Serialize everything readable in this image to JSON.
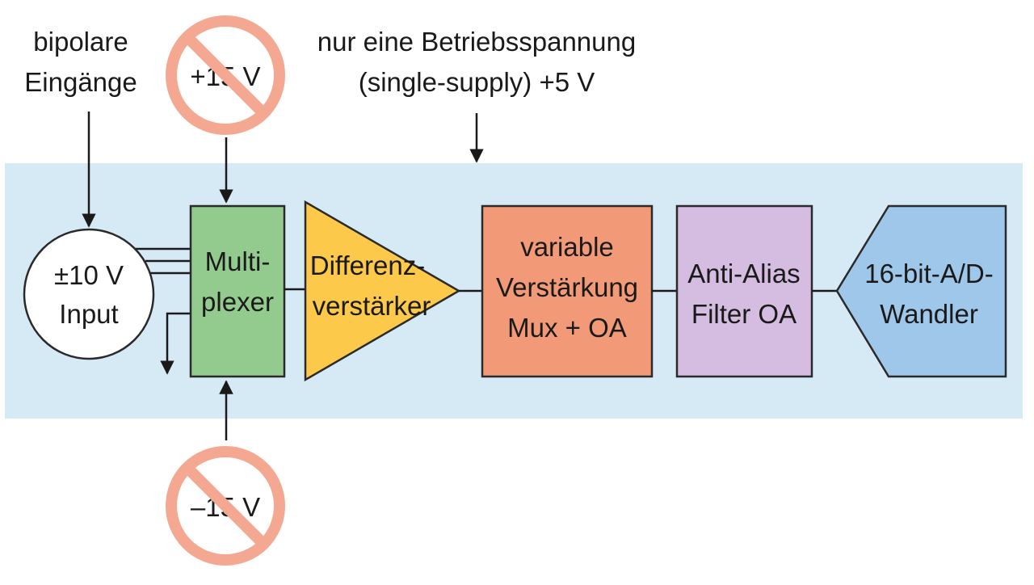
{
  "labels": {
    "bipolar_line1": "bipolare",
    "bipolar_line2": "Eingänge",
    "supply_line1": "nur eine Betriebsspannung",
    "supply_line2": "(single-supply) +5 V"
  },
  "input": {
    "line1": "±10 V",
    "line2": "Input"
  },
  "blocks": {
    "multiplexer": {
      "line1": "Multi-",
      "line2": "plexer"
    },
    "diff_amp": {
      "line1": "Differenz-",
      "line2": "verstärker"
    },
    "variable_gain": {
      "line1": "variable",
      "line2": "Verstärkung",
      "line3": "Mux + OA"
    },
    "anti_alias": {
      "line1": "Anti-Alias",
      "line2": "Filter OA"
    },
    "adc": {
      "line1": "16-bit-A/D-",
      "line2": "Wandler"
    }
  },
  "forbidden": {
    "pos": "+15 V",
    "neg": "–15 V"
  },
  "colors": {
    "band": "#d6eaf6",
    "multiplexer": "#93cb8f",
    "diff_amp": "#fdc94a",
    "variable_gain": "#f29a77",
    "anti_alias": "#d4bde0",
    "adc": "#9ec7ea",
    "forbidden": "#f4a891",
    "stroke": "#2a2a2a"
  }
}
